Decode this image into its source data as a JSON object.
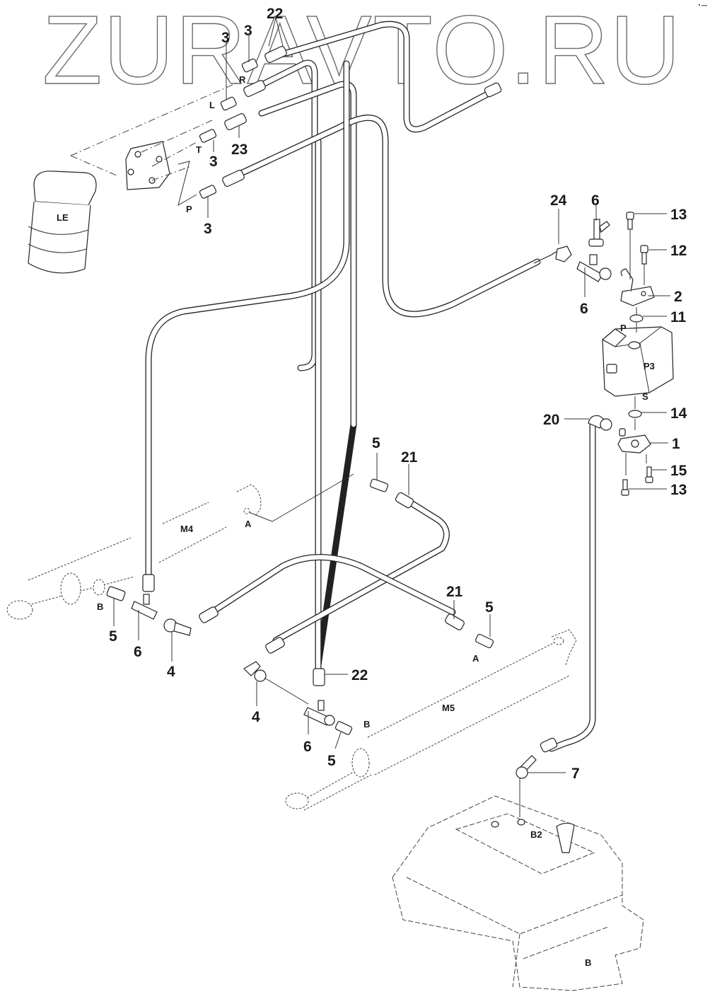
{
  "watermark": "ZURAVTO.RU",
  "diagram": {
    "type": "hydraulic parts exploded view",
    "components": {
      "LE": "LE",
      "M4": "M4",
      "M5": "M5",
      "P3": "P3",
      "B2": "B2",
      "B": "B"
    },
    "ports": {
      "R": "R",
      "L": "L",
      "T": "T",
      "P_valve": "P",
      "P_pump": "P",
      "S_pump": "S",
      "A_m4": "A",
      "B_m4": "B",
      "A_m5": "A",
      "B_m5": "B"
    },
    "callouts": [
      {
        "id": "c22_top",
        "label": "22"
      },
      {
        "id": "c3_a",
        "label": "3"
      },
      {
        "id": "c3_b",
        "label": "3"
      },
      {
        "id": "c23",
        "label": "23"
      },
      {
        "id": "c3_t",
        "label": "3"
      },
      {
        "id": "c3_p",
        "label": "3"
      },
      {
        "id": "c24",
        "label": "24"
      },
      {
        "id": "c6_top",
        "label": "6"
      },
      {
        "id": "c13_top",
        "label": "13"
      },
      {
        "id": "c12",
        "label": "12"
      },
      {
        "id": "c2",
        "label": "2"
      },
      {
        "id": "c6_mid",
        "label": "6"
      },
      {
        "id": "c11",
        "label": "11"
      },
      {
        "id": "c14",
        "label": "14"
      },
      {
        "id": "c20",
        "label": "20"
      },
      {
        "id": "c1",
        "label": "1"
      },
      {
        "id": "c15",
        "label": "15"
      },
      {
        "id": "c13_bot",
        "label": "13"
      },
      {
        "id": "c5_top",
        "label": "5"
      },
      {
        "id": "c21_top",
        "label": "21"
      },
      {
        "id": "c5_left",
        "label": "5"
      },
      {
        "id": "c6_left",
        "label": "6"
      },
      {
        "id": "c4_left",
        "label": "4"
      },
      {
        "id": "c21_mid",
        "label": "21"
      },
      {
        "id": "c5_right",
        "label": "5"
      },
      {
        "id": "c22_mid",
        "label": "22"
      },
      {
        "id": "c4_mid",
        "label": "4"
      },
      {
        "id": "c6_bot",
        "label": "6"
      },
      {
        "id": "c5_bot",
        "label": "5"
      },
      {
        "id": "c7",
        "label": "7"
      }
    ]
  },
  "colors": {
    "line": "#222222",
    "watermark_stroke": "#6a6a6a",
    "background": "#ffffff"
  }
}
